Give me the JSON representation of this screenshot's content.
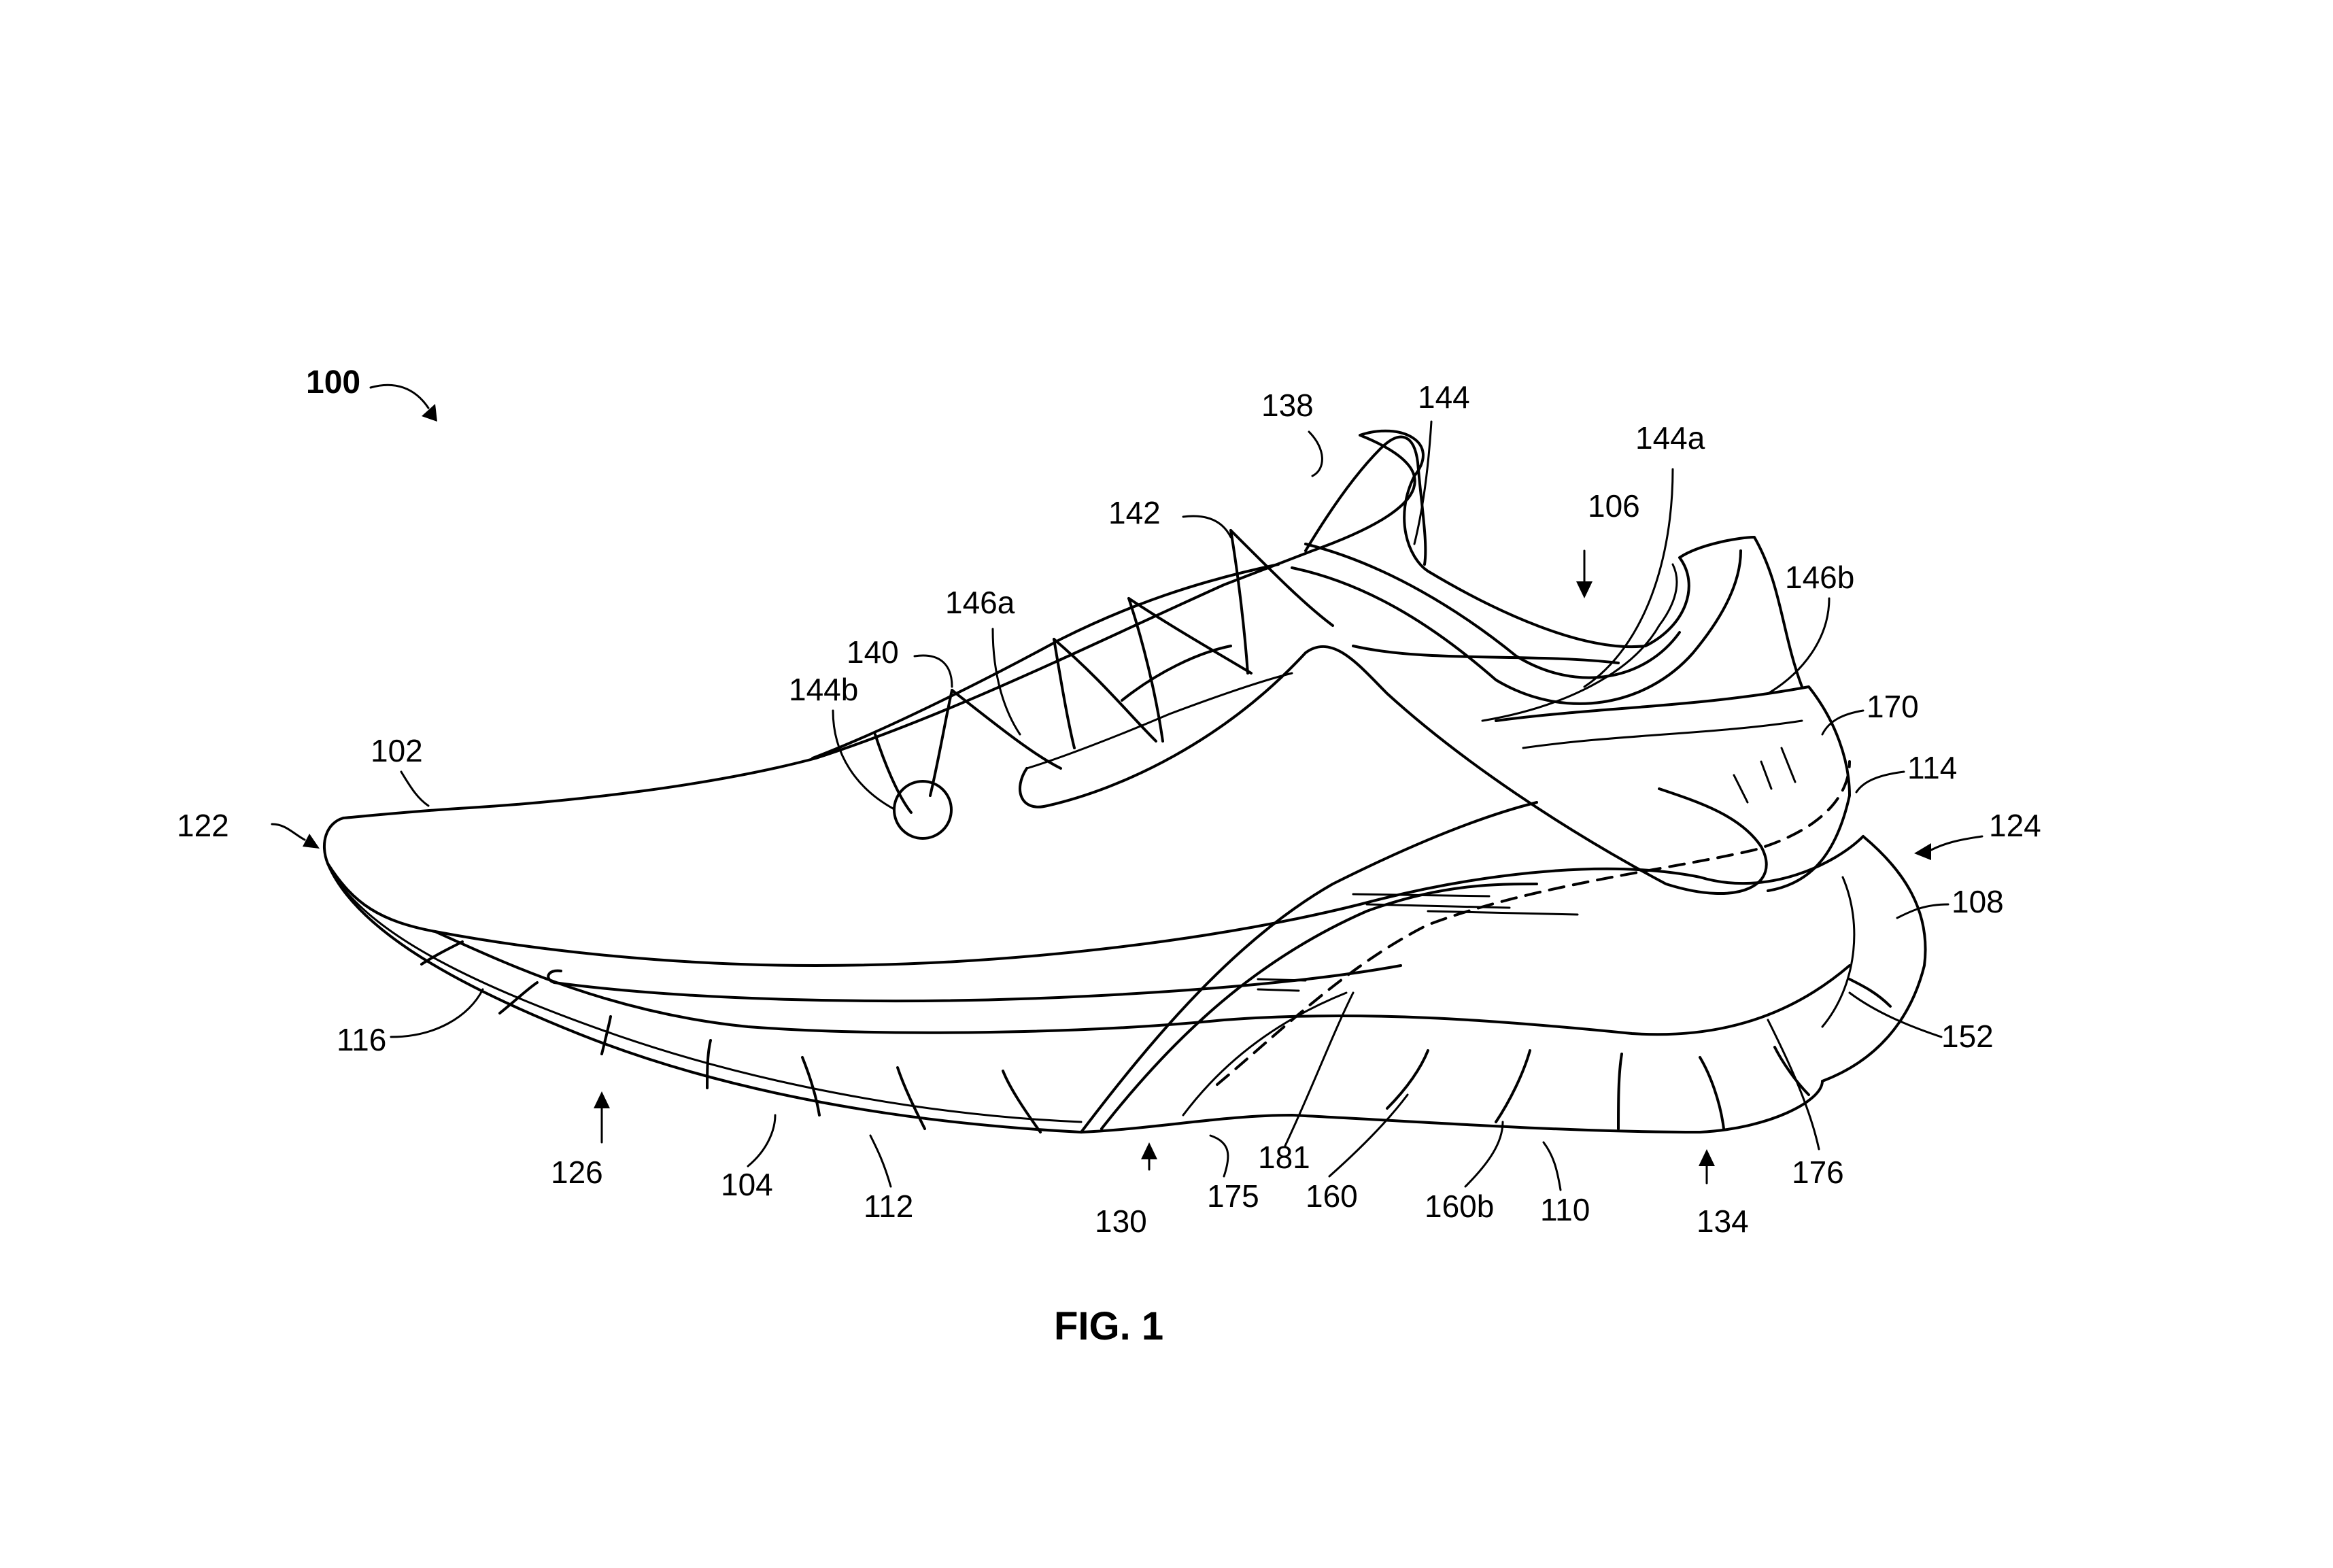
{
  "figure": {
    "caption": "FIG. 1",
    "assembly_label": "100"
  },
  "reference_numerals": {
    "r102": "102",
    "r104": "104",
    "r106": "106",
    "r108": "108",
    "r110": "110",
    "r112": "112",
    "r114": "114",
    "r116": "116",
    "r122": "122",
    "r124": "124",
    "r126": "126",
    "r130": "130",
    "r134": "134",
    "r138": "138",
    "r140": "140",
    "r142": "142",
    "r144": "144",
    "r144a": "144a",
    "r144b": "144b",
    "r146a": "146a",
    "r146b": "146b",
    "r152": "152",
    "r160": "160",
    "r160b": "160b",
    "r170": "170",
    "r175": "175",
    "r176": "176",
    "r181": "181"
  }
}
